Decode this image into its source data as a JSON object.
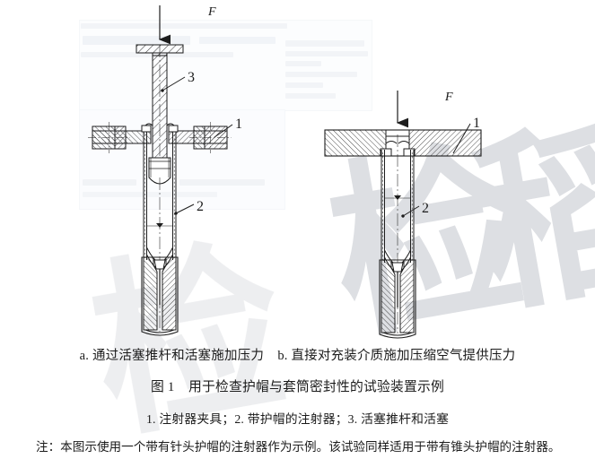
{
  "document": {
    "figure_number": "图 1",
    "figure_title": "用于检查护帽与套筒密封性的试验装置示例",
    "figure_title_full": "图 1    用于检查护帽与套筒密封性的试验装置示例"
  },
  "subcaptions": {
    "a_label": "a.",
    "a_text": "通过活塞推杆和活塞施加压力",
    "b_label": "b.",
    "b_text": "直接对充装介质施加压缩空气提供压力",
    "combined": "a. 通过活塞推杆和活塞施加压力    b. 直接对充装介质施加压缩空气提供压力"
  },
  "legend": {
    "combined": "1. 注射器夹具；2. 带护帽的注射器；3. 活塞推杆和活塞",
    "items": [
      {
        "number": "1.",
        "label": "注射器夹具"
      },
      {
        "number": "2.",
        "label": "带护帽的注射器"
      },
      {
        "number": "3.",
        "label": "活塞推杆和活塞"
      }
    ]
  },
  "note": {
    "prefix": "注：",
    "text": "本图示使用一个带有针头护帽的注射器作为示例。该试验同样适用于带有锥头护帽的注射器。",
    "full": "注：本图示使用一个带有针头护帽的注射器作为示例。该试验同样适用于带有锥头护帽的注射器。"
  },
  "diagram_a": {
    "name": "通过活塞推杆和活塞施加压力",
    "force_label": "F",
    "callouts": [
      {
        "id": "1",
        "text": "1",
        "refers_to": "注射器夹具"
      },
      {
        "id": "2",
        "text": "2",
        "refers_to": "带护帽的注射器"
      },
      {
        "id": "3",
        "text": "3",
        "refers_to": "活塞推杆和活塞"
      }
    ]
  },
  "diagram_b": {
    "name": "直接对充装介质施加压缩空气提供压力",
    "force_label": "F",
    "callouts": [
      {
        "id": "1",
        "text": "1",
        "refers_to": "注射器夹具"
      },
      {
        "id": "2",
        "text": "2",
        "refers_to": "带护帽的注射器"
      }
    ]
  },
  "watermark": {
    "text": "检稻",
    "color": "#dcdee2"
  },
  "colors": {
    "background": "#ffffff",
    "line": "#1d1d1d",
    "text": "#1b1b1b",
    "hatch": "#222222",
    "watermark": "#dcdee2",
    "ghost_ui": "#f2f4f7"
  }
}
